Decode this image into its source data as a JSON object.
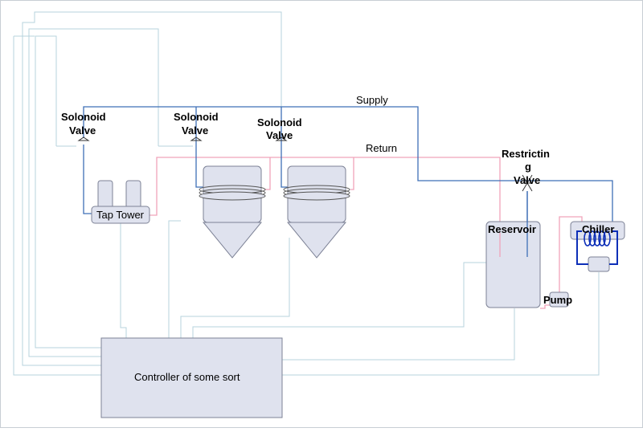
{
  "labels": {
    "supply": "Supply",
    "return": "Return",
    "valve1_line1": "Solonoid",
    "valve1_line2": "Valve",
    "valve2_line1": "Solonoid",
    "valve2_line2": "Valve",
    "valve3_line1": "Solonoid",
    "valve3_line2": "Valve",
    "restricting_line1": "Restrictin",
    "restricting_line2": "g",
    "restricting_line3": "Valve",
    "tap_tower": "Tap Tower",
    "reservoir": "Reservoir",
    "pump": "Pump",
    "chiller": "Chiller",
    "controller": "Controller of some sort"
  },
  "colors": {
    "control_wire": "#b7d3dd",
    "supply_line": "#3f6fb6",
    "return_line": "#f0a3ba",
    "chiller_coil": "#0d2fb8",
    "component_fill": "#dfe2ee",
    "component_stroke": "#7d8296"
  }
}
